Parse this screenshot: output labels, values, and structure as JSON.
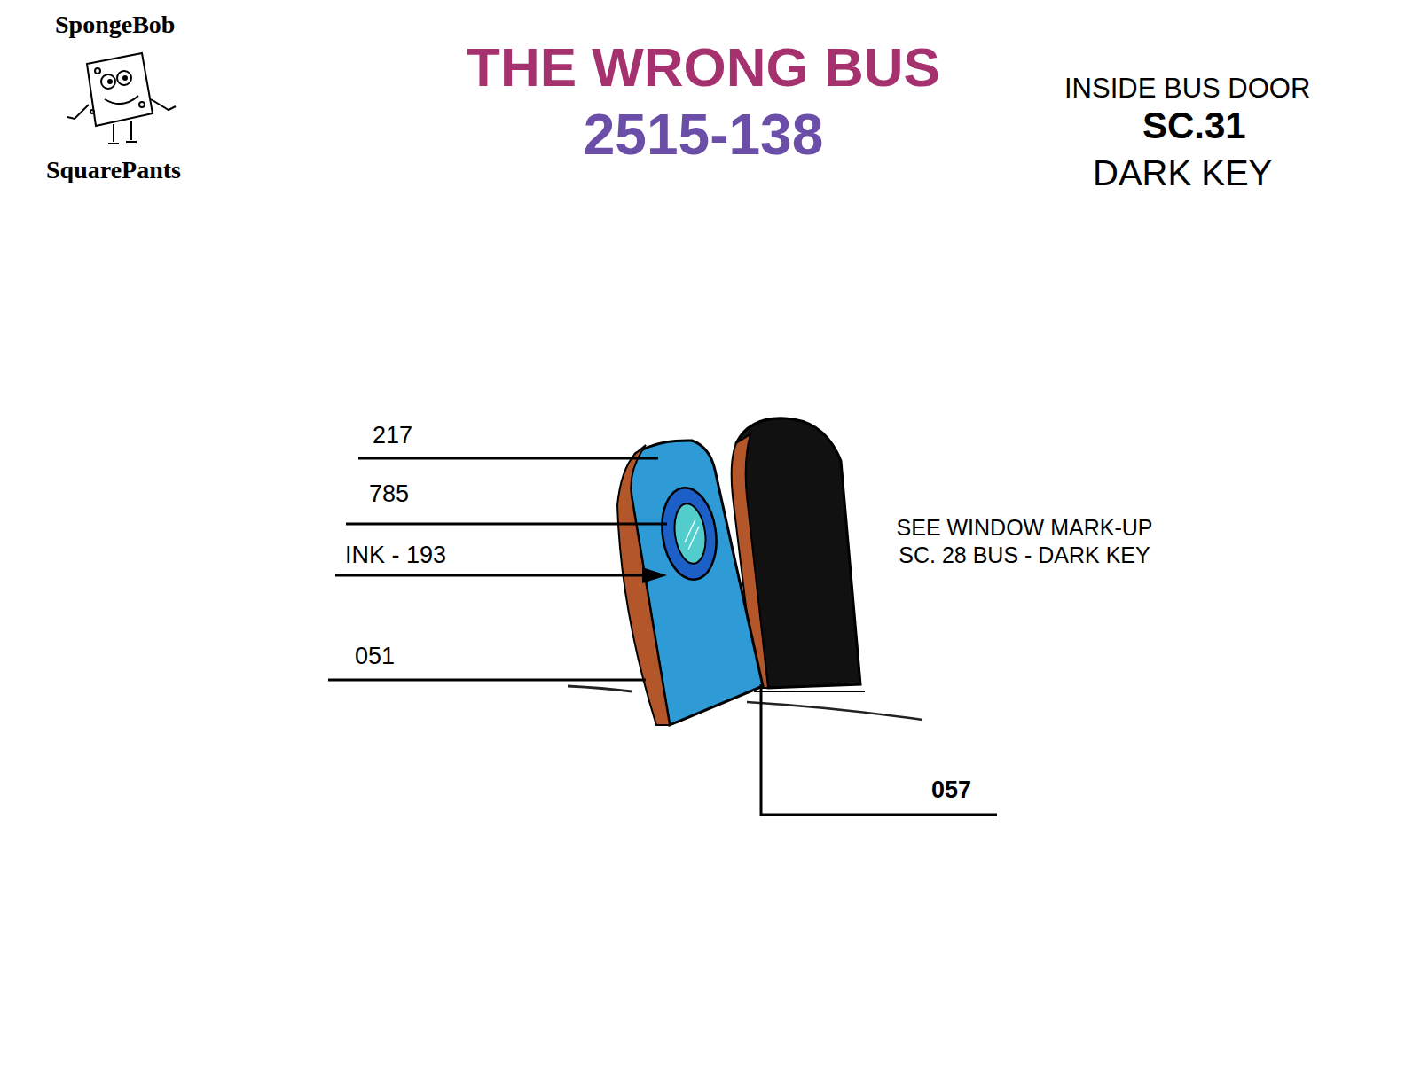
{
  "diagram": {
    "title": "THE WRONG BUS",
    "labels": [
      "SpongeBob",
      "SquarePants",
      "2515-138",
      "INSIDE BUS DOOR",
      "SC.31",
      "DARK KEY",
      "217",
      "785",
      "INK - 193",
      "051",
      "SEE WINDOW MARK-UP SC. 28 BUS - DARK KEY",
      "057"
    ]
  }
}
